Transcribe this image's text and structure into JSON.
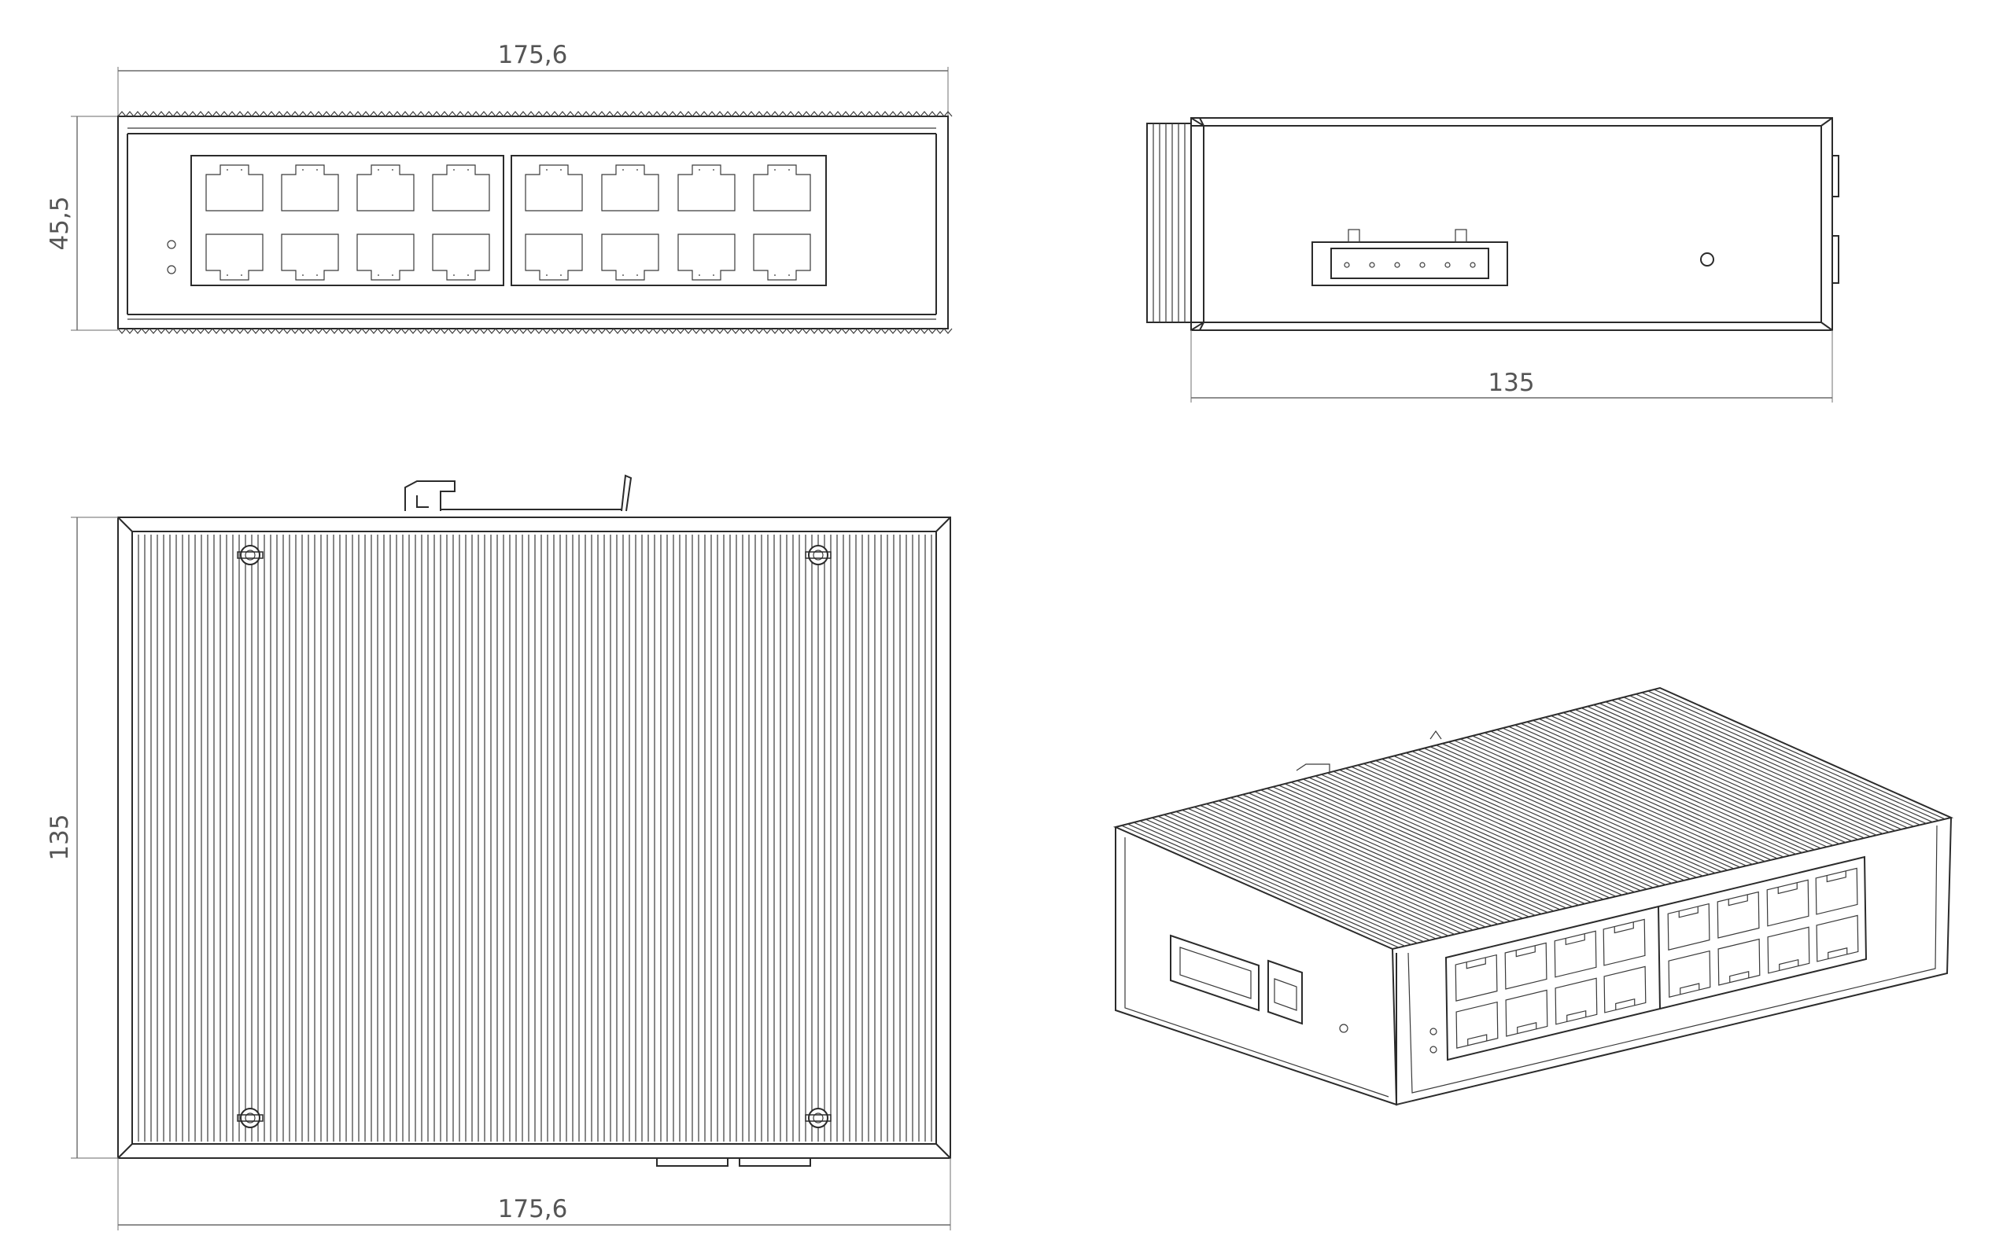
{
  "dimensions": {
    "front_width": "175,6",
    "front_height": "45,5",
    "side_depth": "135",
    "top_depth": "135",
    "top_width": "175,6"
  },
  "ports": {
    "columns": 8,
    "rows": 2
  },
  "colors": {
    "line": "#2b2b2b",
    "dimension": "#6a6a6a",
    "text": "#555555",
    "background": "#ffffff"
  }
}
